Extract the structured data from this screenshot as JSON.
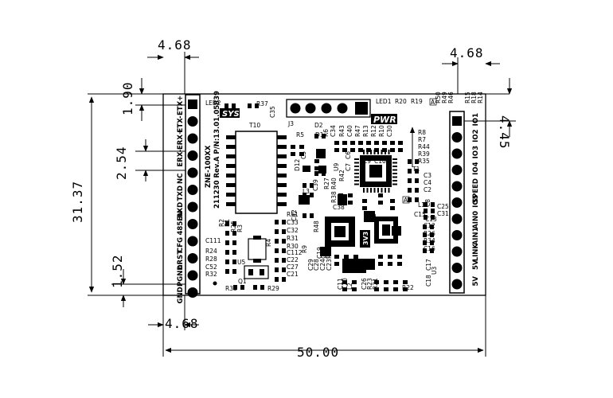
{
  "dimensions": {
    "top_left": "4.68",
    "top_right": "4.68",
    "bottom_left": "4.68",
    "width_total": "50.00",
    "height_total": "31.37",
    "d_190": "1.90",
    "d_254": "2.54",
    "d_152": "1.52",
    "d_445": "4.45"
  },
  "board": {
    "model": "ZNE-100XX",
    "revision": "211230 Rev.A P/N:13.01.05839",
    "badge_sys": "SYS",
    "badge_pwr": "PWR",
    "badge_3v3": "3V3"
  },
  "left_pins": [
    "ETX+",
    "ETX-",
    "ERX+",
    "ERX-",
    "NC",
    "TXD",
    "RXD",
    "485EN",
    "CFG",
    "nRST",
    "PGND",
    "GND"
  ],
  "right_pins": [
    "IO1",
    "IO2",
    "IO3",
    "IO4",
    "SPEED",
    "IO5",
    "AIN0",
    "AIN1",
    "LINK",
    "5V",
    "5V"
  ],
  "components": {
    "led2": "LED2",
    "r37": "R37",
    "c35": "C35",
    "t10": "T10",
    "j3": "J3",
    "d2": "D2",
    "led1": "LED1",
    "r20": "R20",
    "r19": "R19",
    "r50": "R50",
    "r49": "R49",
    "r46": "R46",
    "r15": "R15",
    "r18": "R18",
    "r14": "R14",
    "r5": "R5",
    "d1": "D1",
    "r6": "R6",
    "c34": "C34",
    "r43": "R43",
    "c40": "C40",
    "r47": "R47",
    "r13": "R13",
    "r12": "R12",
    "r10": "R10",
    "c30": "C30",
    "r8": "R8",
    "r7": "R7",
    "r44": "R44",
    "r39": "R39",
    "r35": "R35",
    "c5": "C5",
    "d12": "D12",
    "u9": "U9",
    "r27": "R27",
    "r40": "R40",
    "r42": "R42",
    "c6": "C6",
    "t1": "T1",
    "c3": "C3",
    "c4": "C4",
    "c2": "C2",
    "c8": "C8",
    "r38": "R38",
    "c39": "C39",
    "l3": "L3",
    "c38": "C38",
    "c25": "C25",
    "c31": "C31",
    "c13": "C13",
    "r51": "R51",
    "c42": "C42",
    "c33": "C33",
    "c32": "C32",
    "r31": "R31",
    "r30": "R30",
    "c112": "C112",
    "c22": "C22",
    "c27": "C27",
    "c21": "C21",
    "r2": "R2",
    "r1": "R1",
    "r25": "R25",
    "r3": "R3",
    "r4": "R4",
    "c111": "C111",
    "r24": "R24",
    "r28": "R28",
    "c52": "C52",
    "r32": "R32",
    "u5": "U5",
    "q1": "Q1",
    "r33": "R33",
    "r29": "R29",
    "r48": "R48",
    "x1": "X1",
    "c19": "C19",
    "r9": "R9",
    "c1": "C1",
    "r17": "R17",
    "x2": "X2",
    "c12": "C12",
    "r26": "R26",
    "r34": "R34",
    "c16": "C16",
    "c17": "C17",
    "u3": "U3",
    "c18": "C18",
    "r22": "R22",
    "c11": "C11",
    "c20": "C20",
    "l2": "L2",
    "c29": "C29",
    "c28": "C28",
    "c24": "C24",
    "c23": "C23",
    "c26": "C26",
    "r23": "R23",
    "r21": "R21",
    "c14": "C14",
    "c15": "C15",
    "l1": "L1",
    "c9": "C9",
    "c10": "C10",
    "c7": "C7",
    "a1": "A",
    "a2": "A"
  }
}
